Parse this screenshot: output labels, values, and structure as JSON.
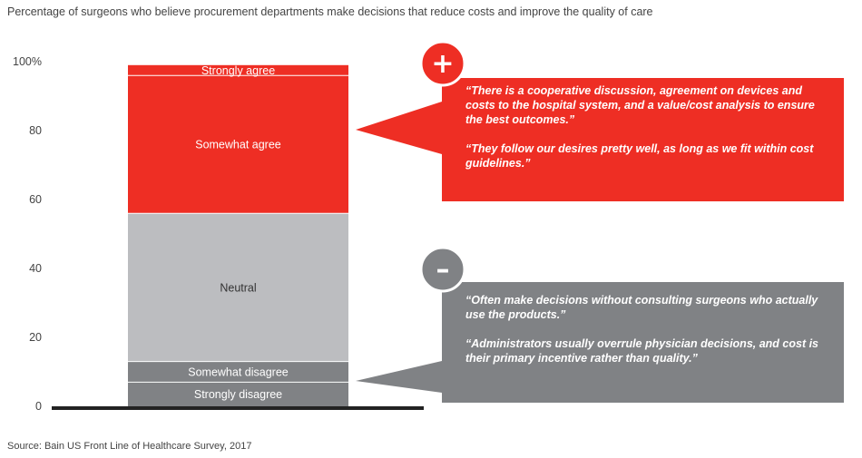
{
  "title": "Percentage of surgeons who believe procurement departments make decisions that reduce costs and improve the quality of care",
  "source": "Source: Bain US Front Line of Healthcare Survey, 2017",
  "colors": {
    "strongly_agree": "#ee2e24",
    "somewhat_agree": "#ee2e24",
    "neutral": "#bcbdc0",
    "somewhat_disagree": "#808285",
    "strongly_disagree": "#808285",
    "positive_box": "#ee2e24",
    "negative_box": "#808285",
    "axis": "#222222"
  },
  "chart_data": {
    "type": "bar",
    "stacked": true,
    "categories": [
      ""
    ],
    "ylim": [
      0,
      100
    ],
    "yticks": [
      "0",
      "20",
      "40",
      "60",
      "80",
      "100%"
    ],
    "ytick_values": [
      0,
      20,
      40,
      60,
      80,
      100
    ],
    "series": [
      {
        "name": "Strongly disagree",
        "values": [
          7
        ]
      },
      {
        "name": "Somewhat disagree",
        "values": [
          6
        ]
      },
      {
        "name": "Neutral",
        "values": [
          43
        ]
      },
      {
        "name": "Somewhat agree",
        "values": [
          40
        ]
      },
      {
        "name": "Strongly agree",
        "values": [
          3
        ]
      }
    ]
  },
  "callouts": {
    "positive": {
      "icon": "plus-icon",
      "symbol": "+",
      "quote1": "“There is a cooperative discussion, agreement on devices and costs to the hospital system, and a value/cost analysis to ensure the best outcomes.”",
      "quote2": "“They follow our desires pretty well, as long as we fit within cost guidelines.”"
    },
    "negative": {
      "icon": "minus-icon",
      "symbol": "–",
      "quote1": "“Often make decisions without consulting surgeons who actually use the products.”",
      "quote2": "“Administrators usually overrule physician decisions, and cost is their primary incentive rather than quality.”"
    }
  }
}
